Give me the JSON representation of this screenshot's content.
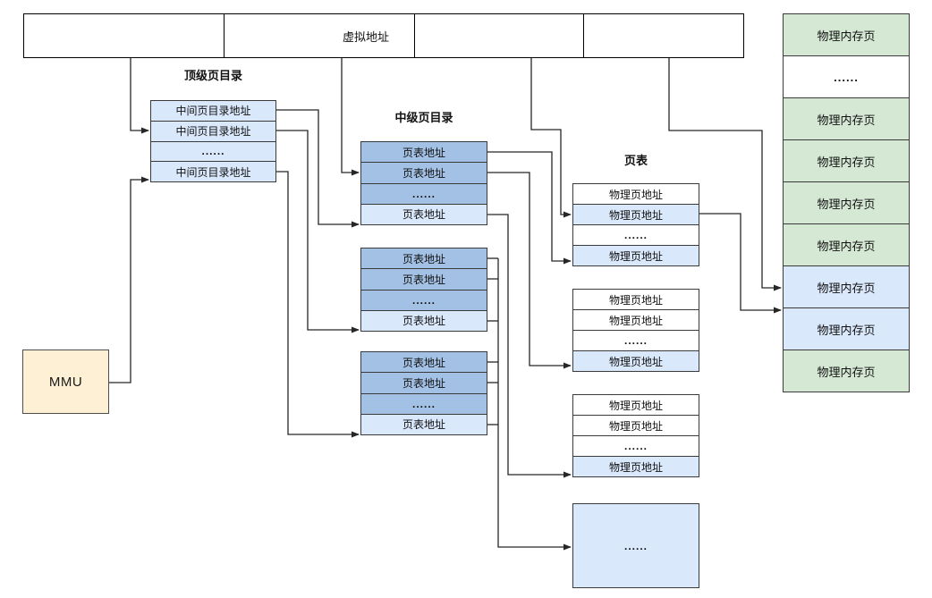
{
  "virtual_address_bar": {
    "segments": [
      "",
      "虚拟地址",
      "",
      ""
    ]
  },
  "section_labels": {
    "top_level_directory": "顶级页目录",
    "mid_level_directory": "中级页目录",
    "page_table": "页表"
  },
  "mmu": {
    "label": "MMU"
  },
  "top_level_directory": {
    "rows": [
      "中间页目录地址",
      "中间页目录地址",
      "......",
      "中间页目录地址"
    ]
  },
  "mid_level_directories": [
    {
      "rows": [
        "页表地址",
        "页表地址",
        "......",
        "页表地址"
      ]
    },
    {
      "rows": [
        "页表地址",
        "页表地址",
        "......",
        "页表地址"
      ]
    },
    {
      "rows": [
        "页表地址",
        "页表地址",
        "......",
        "页表地址"
      ]
    }
  ],
  "page_tables": [
    {
      "rows": [
        "物理页地址",
        "物理页地址",
        "......",
        "物理页地址"
      ]
    },
    {
      "rows": [
        "物理页地址",
        "物理页地址",
        "......",
        "物理页地址"
      ]
    },
    {
      "rows": [
        "物理页地址",
        "物理页地址",
        "......",
        "物理页地址"
      ]
    }
  ],
  "ellipsis_box": {
    "label": "......"
  },
  "physical_memory": {
    "rows": [
      "物理内存页",
      "......",
      "物理内存页",
      "物理内存页",
      "物理内存页",
      "物理内存页",
      "物理内存页",
      "物理内存页",
      "物理内存页"
    ]
  },
  "colors": {
    "light_blue": "#dae8fc",
    "dark_blue": "#a3c1e5",
    "green": "#d5e8d4",
    "cream": "#fdf0d5",
    "white": "#ffffff",
    "border": "#3a3a3a",
    "line": "#262626"
  }
}
